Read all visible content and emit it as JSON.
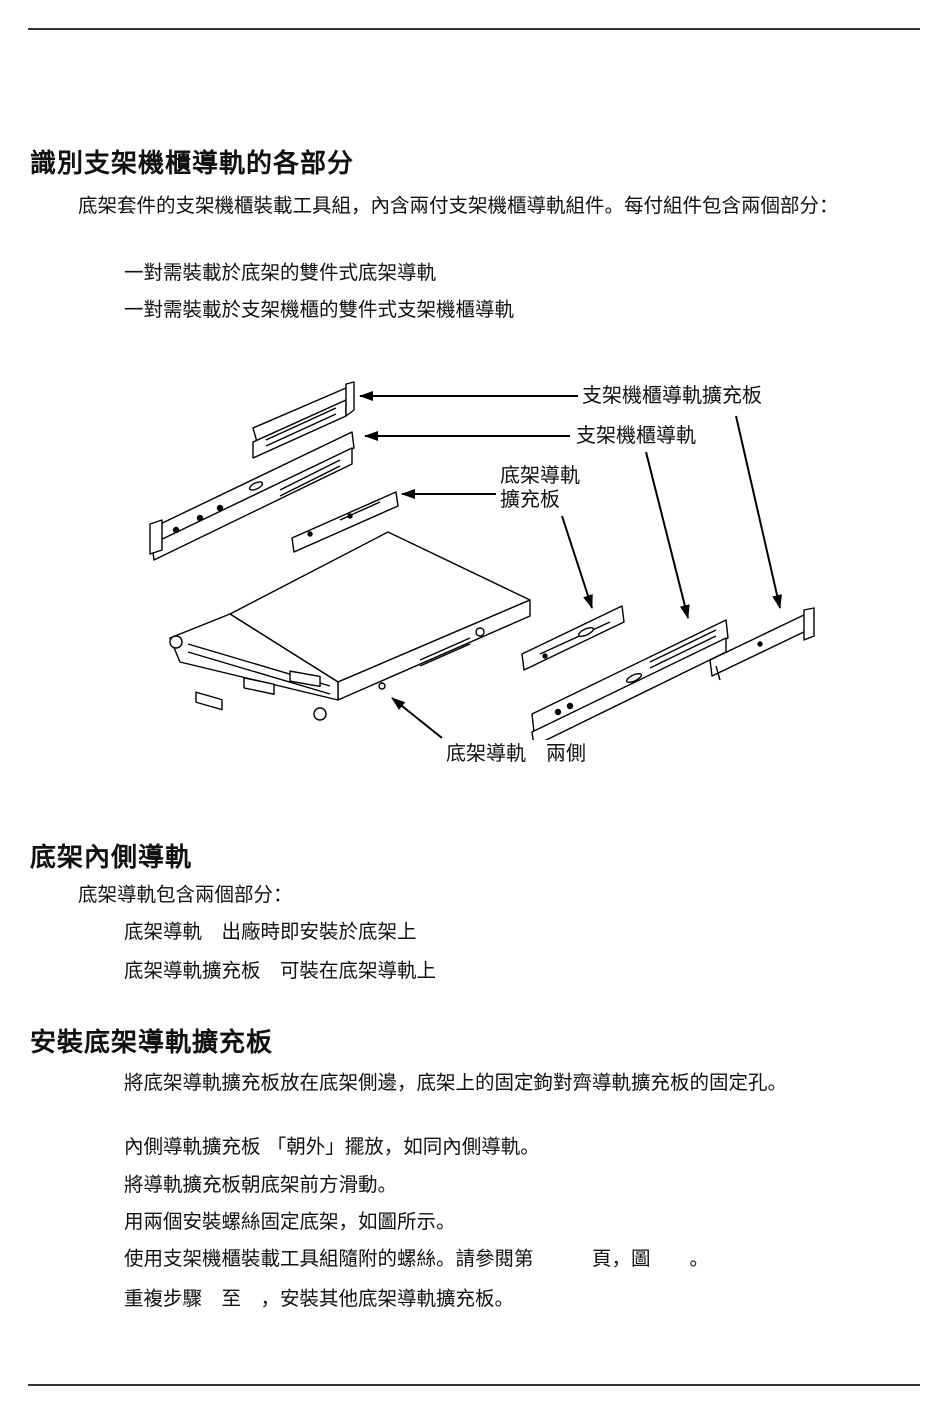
{
  "sections": {
    "identify": {
      "title": "識別支架機櫃導軌的各部分",
      "intro": "底架套件的支架機櫃裝載工具組，內含兩付支架機櫃導軌組件。每付組件包含兩個部分：",
      "items": [
        "一對需裝載於底架的雙件式底架導軌",
        "一對需裝載於支架機櫃的雙件式支架機櫃導軌"
      ]
    },
    "figure": {
      "callouts": {
        "rack_rail_extension": "支架機櫃導軌擴充板",
        "rack_rail": "支架機櫃導軌",
        "chassis_rail_extension_line1": "底架導軌",
        "chassis_rail_extension_line2": "擴充板",
        "chassis_rail_both_sides": "底架導軌　兩側"
      }
    },
    "inner_rails": {
      "title": "底架內側導軌",
      "intro": "底架導軌包含兩個部分：",
      "items": [
        "底架導軌　出廠時即安裝於底架上",
        "底架導軌擴充板　可裝在底架導軌上"
      ]
    },
    "install": {
      "title": "安裝底架導軌擴充板",
      "steps": [
        "將底架導軌擴充板放在底架側邊，底架上的固定鉤對齊導軌擴充板的固定孔。",
        "內側導軌擴充板 「朝外」擺放，如同內側導軌。",
        "將導軌擴充板朝底架前方滑動。",
        "用兩個安裝螺絲固定底架，如圖所示。",
        "使用支架機櫃裝載工具組隨附的螺絲。請參閱第　　　頁，圖　　。",
        "重複步驟　至　，安裝其他底架導軌擴充板。"
      ]
    }
  }
}
